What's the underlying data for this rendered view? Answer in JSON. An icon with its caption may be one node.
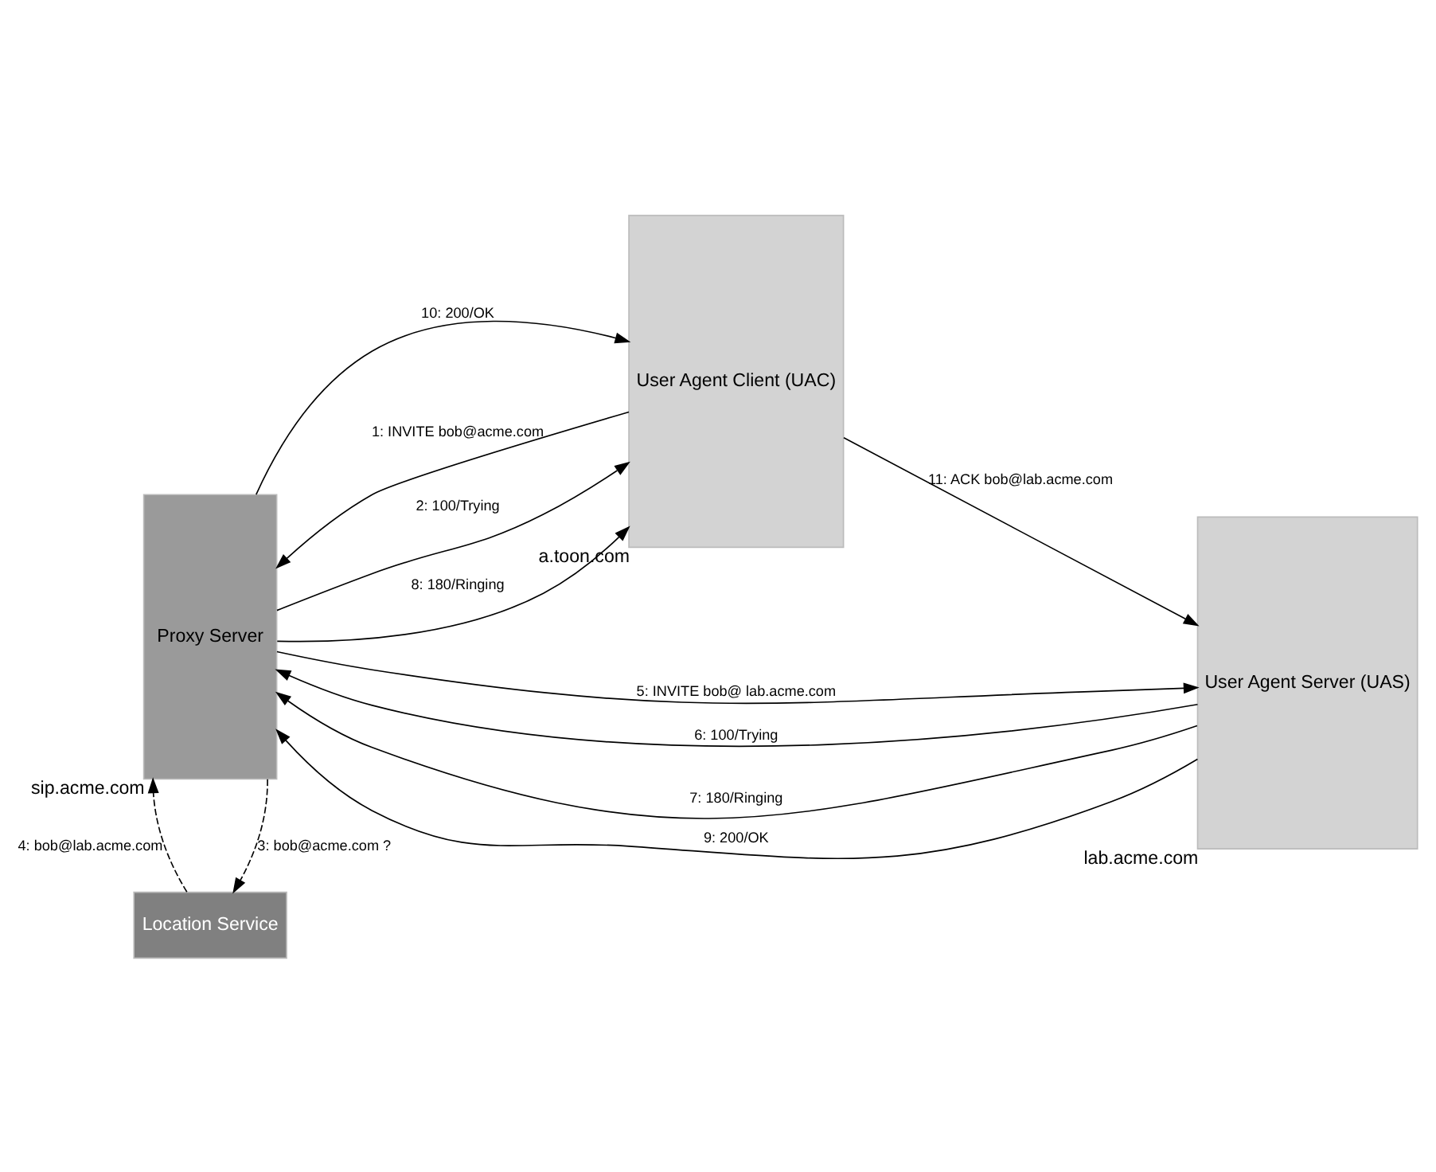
{
  "diagram": {
    "nodes": [
      {
        "text": [
          "Location Service"
        ]
      },
      {
        "text": [
          "User Agent Client (UAC)"
        ],
        "beside": [
          "a.toon.com"
        ]
      },
      {
        "text": [
          "Proxy Server"
        ],
        "beside": [
          "sip.acme.com"
        ]
      },
      {
        "text": [
          "User Agent Server (UAS)"
        ],
        "beside": [
          "lab.acme.com"
        ]
      }
    ],
    "edges": [
      {
        "from": 2,
        "to": 0,
        "arrow": "to",
        "label": "3: bob@acme.com ?",
        "style": "dashed"
      },
      {
        "from": 0,
        "to": 2,
        "arrow": "to",
        "label": "4: bob@lab.acme.com",
        "style": "dashed"
      },
      {
        "from": 1,
        "to": 2,
        "arrow": "to",
        "label": "1: INVITE bob@acme.com"
      },
      {
        "from": 2,
        "to": 1,
        "arrow": "to",
        "label": "2: 100/Trying"
      },
      {
        "from": 2,
        "to": 3,
        "arrow": "to",
        "label": "5: INVITE bob@ lab.acme.com"
      },
      {
        "from": 3,
        "to": 2,
        "arrow": "to",
        "label": "6: 100/Trying"
      },
      {
        "from": 3,
        "to": 2,
        "arrow": "to",
        "label": "7: 180/Ringing"
      },
      {
        "from": 2,
        "to": 1,
        "arrow": "to",
        "label": "8: 180/Ringing"
      },
      {
        "from": 3,
        "to": 2,
        "arrow": "to",
        "label": "9: 200/OK"
      },
      {
        "from": 2,
        "to": 1,
        "arrow": "to",
        "label": "10: 200/OK"
      },
      {
        "from": 1,
        "to": 3,
        "arrow": "to",
        "label": "11: ACK bob@lab.acme.com"
      }
    ]
  }
}
